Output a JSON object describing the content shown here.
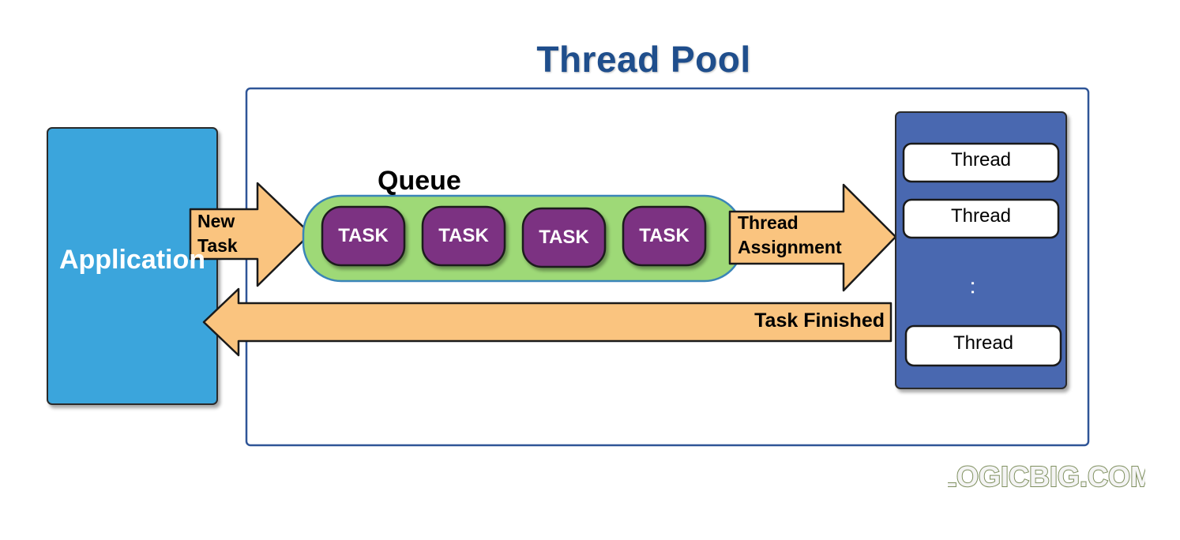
{
  "title": "Thread Pool",
  "application": {
    "label": "Application"
  },
  "queue": {
    "label": "Queue",
    "tasks": [
      "TASK",
      "TASK",
      "TASK",
      "TASK"
    ]
  },
  "arrows": {
    "new_task": [
      "New",
      "Task"
    ],
    "thread_assignment": [
      "Thread",
      "Assignment"
    ],
    "task_finished": "Task Finished"
  },
  "threads": {
    "items": [
      "Thread",
      "Thread",
      "Thread"
    ],
    "ellipsis": ". ."
  },
  "logo": "LogicBig.com",
  "colors": {
    "title": "#1f4e8c",
    "application": "#3ba5dc",
    "queue": "#9ed977",
    "task": "#7b3382",
    "arrow": "#fac47f",
    "thread_panel": "#4a67b0",
    "pool_border": "#2f5597"
  }
}
